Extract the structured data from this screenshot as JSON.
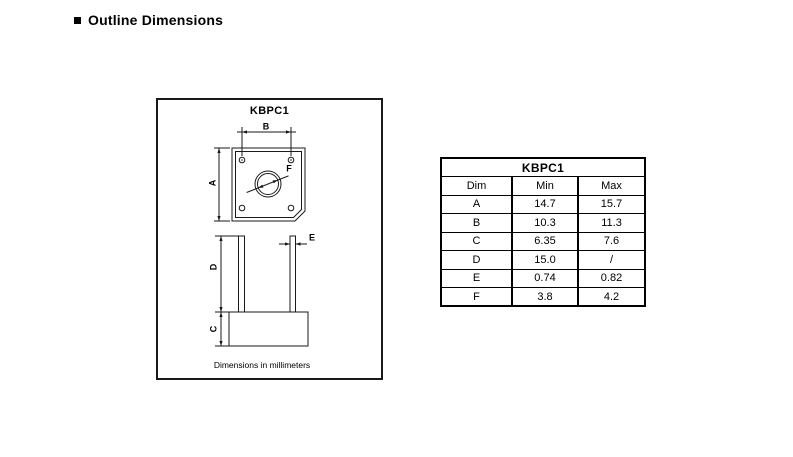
{
  "section": {
    "title": "Outline Dimensions"
  },
  "diagram": {
    "part_name": "KBPC1",
    "caption": "Dimensions in millimeters",
    "labels": {
      "a": "A",
      "b": "B",
      "c": "C",
      "d": "D",
      "e": "E",
      "f": "F"
    }
  },
  "table": {
    "title": "KBPC1",
    "columns": [
      "Dim",
      "Min",
      "Max"
    ],
    "rows": [
      {
        "dim": "A",
        "min": "14.7",
        "max": "15.7"
      },
      {
        "dim": "B",
        "min": "10.3",
        "max": "11.3"
      },
      {
        "dim": "C",
        "min": "6.35",
        "max": "7.6"
      },
      {
        "dim": "D",
        "min": "15.0",
        "max": "/"
      },
      {
        "dim": "E",
        "min": "0.74",
        "max": "0.82"
      },
      {
        "dim": "F",
        "min": "3.8",
        "max": "4.2"
      }
    ]
  },
  "colors": {
    "ink": "#000000",
    "background": "#ffffff"
  }
}
